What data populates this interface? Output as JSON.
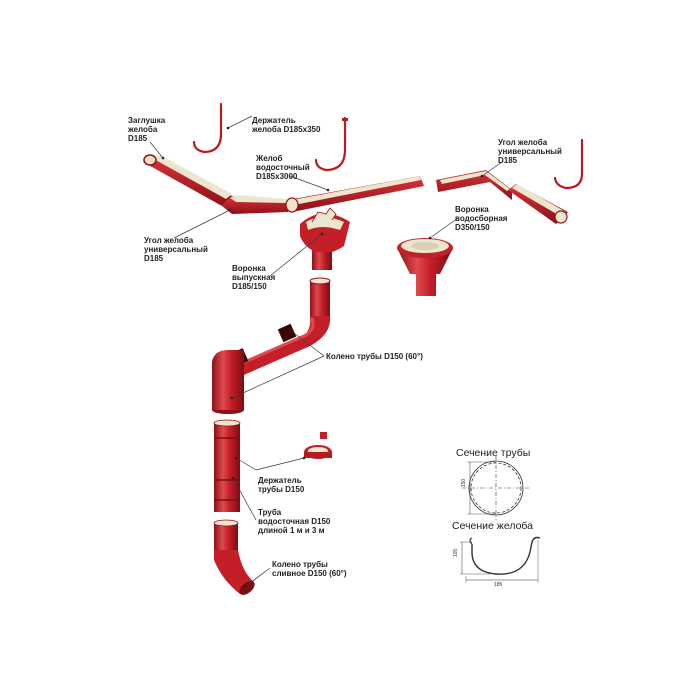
{
  "colors": {
    "metal": "#c41f28",
    "metal_dark": "#8f1017",
    "metal_light": "#de4a4f",
    "inner": "#ece6cf",
    "leader": "#3a3a3a",
    "background": "#ffffff"
  },
  "labels": {
    "end_cap": "Заглушка\nжелоба\nD185",
    "bracket_gutter": "Держатель\nжелоба D185x350",
    "corner_right": "Угол желоба\nуниверсальный\nD185",
    "gutter": "Желоб\nводосточный\nD185x3000",
    "collector_funnel": "Воронка\nводосборная\nD350/150",
    "corner_left": "Угол желоба\nуниверсальный\nD185",
    "outlet_funnel": "Воронка\nвыпускная\nD185/150",
    "elbow": "Колено трубы D150 (60°)",
    "pipe_bracket": "Держатель\nтрубы D150",
    "pipe": "Труба\nводосточная D150\nдлиной 1 м и 3 м",
    "drain_elbow": "Колено трубы\nсливное D150 (60°)"
  },
  "sections": {
    "pipe_title": "Сечение трубы",
    "pipe_dim": "150",
    "gutter_title": "Сечение желоба",
    "gutter_height": "105",
    "gutter_width": "185"
  }
}
